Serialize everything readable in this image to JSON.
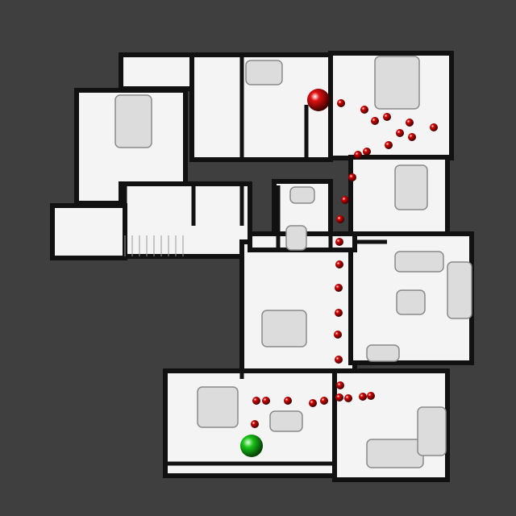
{
  "view": {
    "type": "top-down floor plan with navigation path",
    "background_color": "#3f3f3f",
    "floor_color": "#f4f4f4",
    "wall_color": "#111111"
  },
  "markers": {
    "start": {
      "name": "start-sphere",
      "color": "#e01010"
    },
    "goal": {
      "name": "goal-sphere",
      "color": "#18c418"
    },
    "waypoint_color": "#d80000"
  }
}
